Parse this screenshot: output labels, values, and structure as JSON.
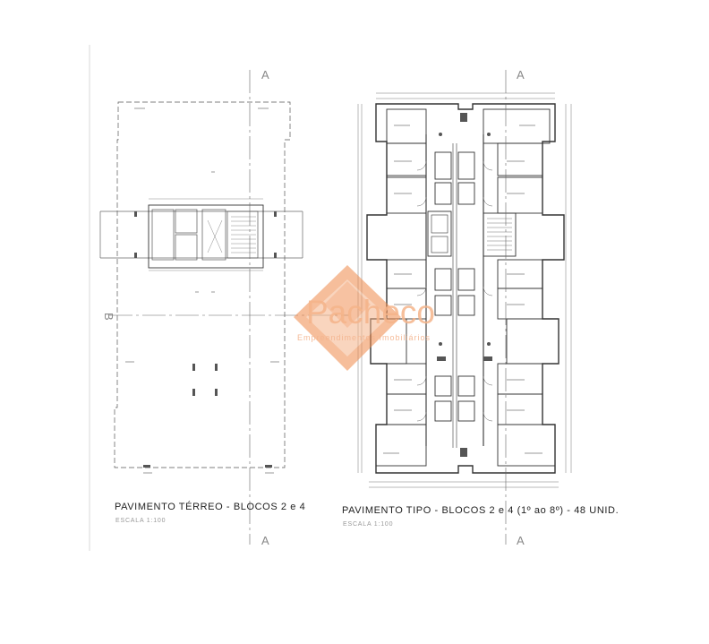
{
  "sheet": {
    "ground_floor": {
      "title": "PAVIMENTO TÉRREO - BLOCOS 2 e 4",
      "scale": "ESCALA  1:100"
    },
    "typical_floor": {
      "title": "PAVIMENTO TIPO - BLOCOS 2 e 4 (1º  ao  8º)  -  48 UNID.",
      "scale": "ESCALA  1:100"
    },
    "section_markers": {
      "a": "A",
      "b": "B"
    }
  },
  "watermark": {
    "name": "Pacheco",
    "tagline": "Empreendimentos Imobiliários",
    "color": "#f08a4b"
  },
  "colors": {
    "line": "#444444",
    "light_line": "#9a9a9a",
    "watermark": "#f08a4b"
  }
}
